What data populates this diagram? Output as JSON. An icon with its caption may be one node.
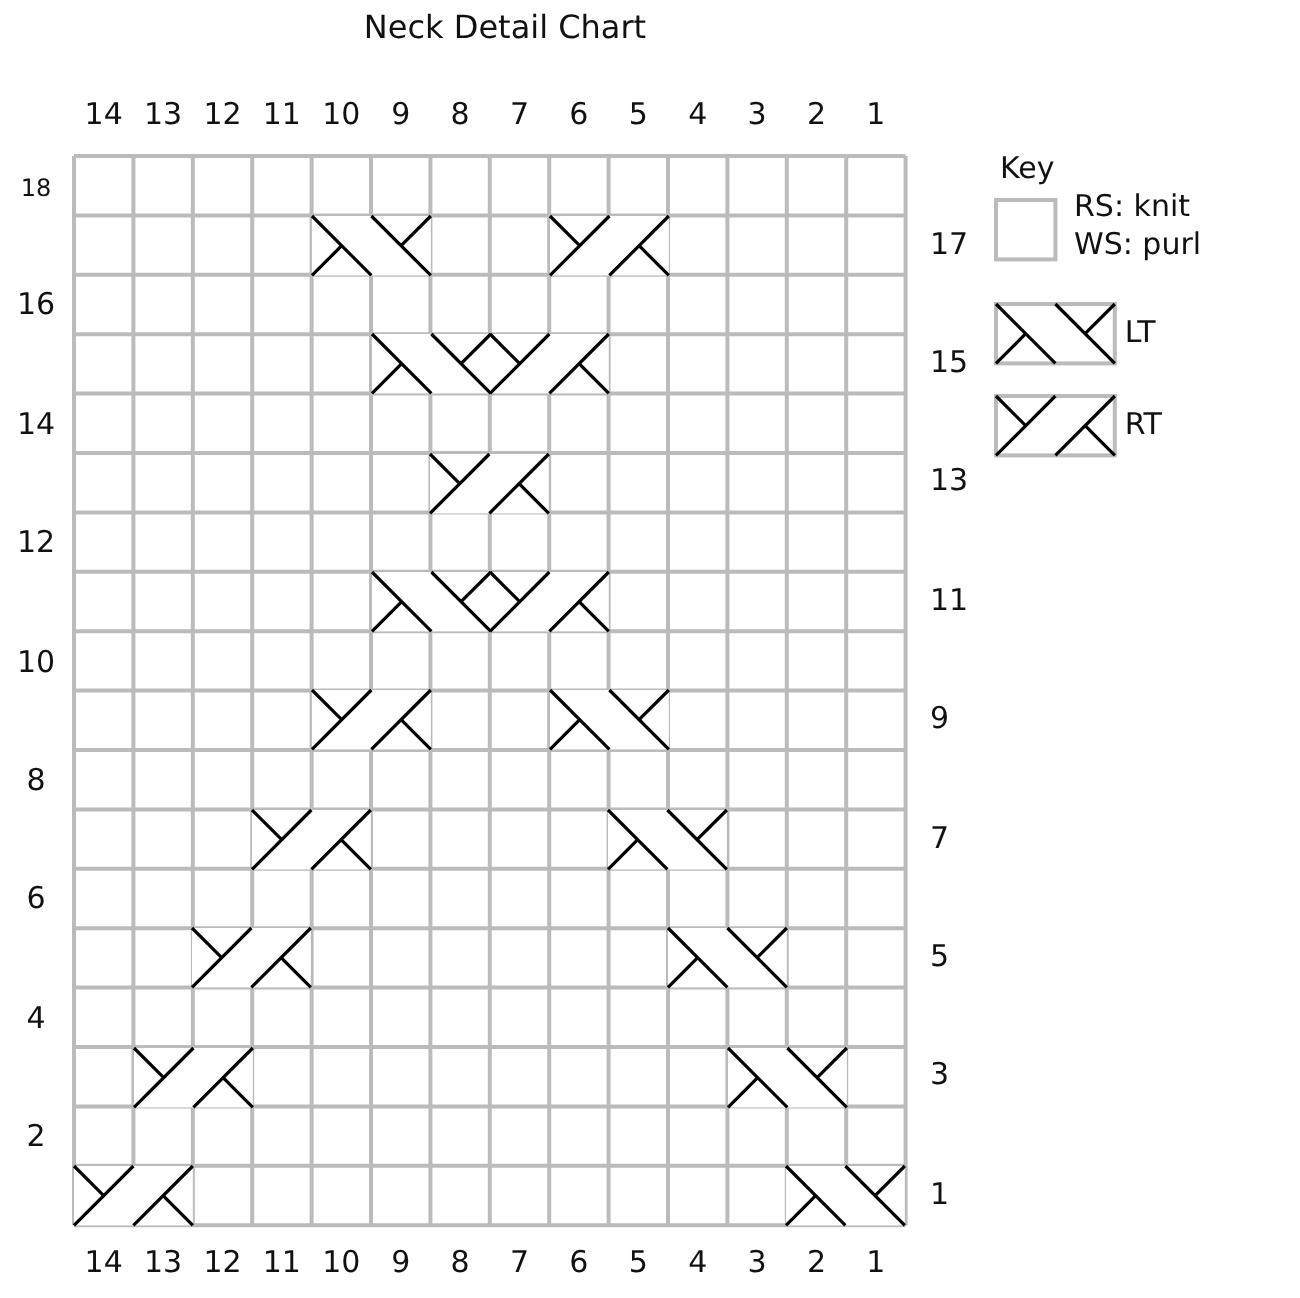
{
  "diagram": {
    "title": "Neck Detail Chart",
    "nodes": [
      {
        "text": [],
        "shape": "grid"
      },
      {
        "text": [],
        "shape": "left-twist",
        "in": 0
      },
      {
        "text": [],
        "shape": "right-twist",
        "in": 0
      },
      {
        "text": [],
        "shape": "left-twist",
        "in": 0
      },
      {
        "text": [],
        "shape": "right-twist",
        "in": 0
      },
      {
        "text": [],
        "shape": "right-twist",
        "in": 0
      },
      {
        "text": [],
        "shape": "left-twist",
        "in": 0
      },
      {
        "text": [],
        "shape": "right-twist",
        "in": 0
      },
      {
        "text": [],
        "shape": "right-twist",
        "in": 0
      },
      {
        "text": [],
        "shape": "left-twist",
        "in": 0
      },
      {
        "text": [],
        "shape": "right-twist",
        "in": 0
      },
      {
        "text": [],
        "shape": "left-twist",
        "in": 0
      },
      {
        "text": [],
        "shape": "right-twist",
        "in": 0
      },
      {
        "text": [],
        "shape": "left-twist",
        "in": 0
      },
      {
        "text": [],
        "shape": "right-twist",
        "in": 0
      },
      {
        "text": [],
        "shape": "left-twist",
        "in": 0
      },
      {
        "text": [],
        "shape": "right-twist",
        "in": 0
      },
      {
        "text": [],
        "shape": "left-twist",
        "in": 0
      }
    ],
    "labels": [
      "14",
      "13",
      "12",
      "11",
      "10",
      "9",
      "8",
      "7",
      "6",
      "5",
      "4",
      "3",
      "2",
      "1",
      "18",
      "17",
      "16",
      "15",
      "14",
      "13",
      "12",
      "11",
      "10",
      "9",
      "8",
      "7",
      "6",
      "5",
      "4",
      "3",
      "2",
      "1",
      "14",
      "13",
      "12",
      "11",
      "10",
      "9",
      "8",
      "7",
      "6",
      "5",
      "4",
      "3",
      "2",
      "1",
      "Key"
    ],
    "legend": [
      {
        "text": "RS: knit WS: purl"
      },
      {
        "text": "LT"
      },
      {
        "text": "RT"
      }
    ]
  }
}
